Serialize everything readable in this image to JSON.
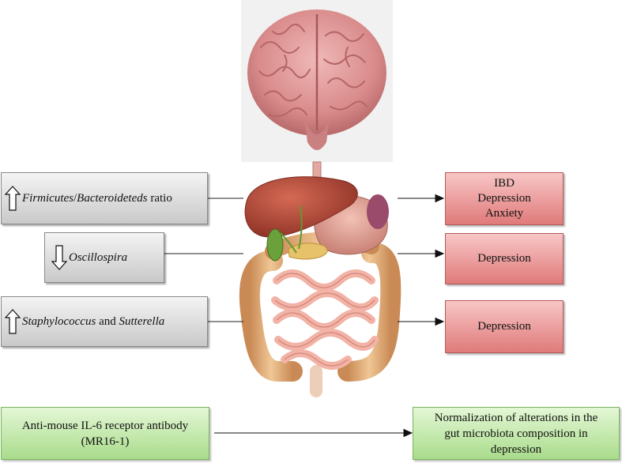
{
  "factors": [
    {
      "direction": "up",
      "part1": "Firmicutes",
      "sep": "/",
      "part2": "Bacteroideteds",
      "suffix": " ratio"
    },
    {
      "direction": "down",
      "part1": "Oscillospira"
    },
    {
      "direction": "up",
      "part1": "Staphylococcus",
      "mid": " and ",
      "part2": "Sutterella"
    }
  ],
  "outcomes": [
    {
      "lines": [
        "IBD",
        "Depression",
        "Anxiety"
      ]
    },
    {
      "lines": [
        "Depression"
      ]
    },
    {
      "lines": [
        "Depression"
      ]
    }
  ],
  "intervention": {
    "line1": "Anti-mouse IL-6 receptor antibody",
    "line2": "(MR16-1)"
  },
  "result": {
    "line1": "Normalization of alterations in the",
    "line2": "gut microbiota composition in",
    "line3": "depression"
  },
  "colors": {
    "gray_box": "#d9d9d9",
    "red_box": "#f0a0a0",
    "green_box": "#c6ecae",
    "brain": "#d98b8b",
    "liver": "#b04a3a",
    "intestine": "#f2b3a6",
    "colon": "#d9a06a"
  },
  "icons": [
    "up-arrow-icon",
    "down-arrow-icon",
    "brain-illustration",
    "digestive-system-illustration"
  ]
}
